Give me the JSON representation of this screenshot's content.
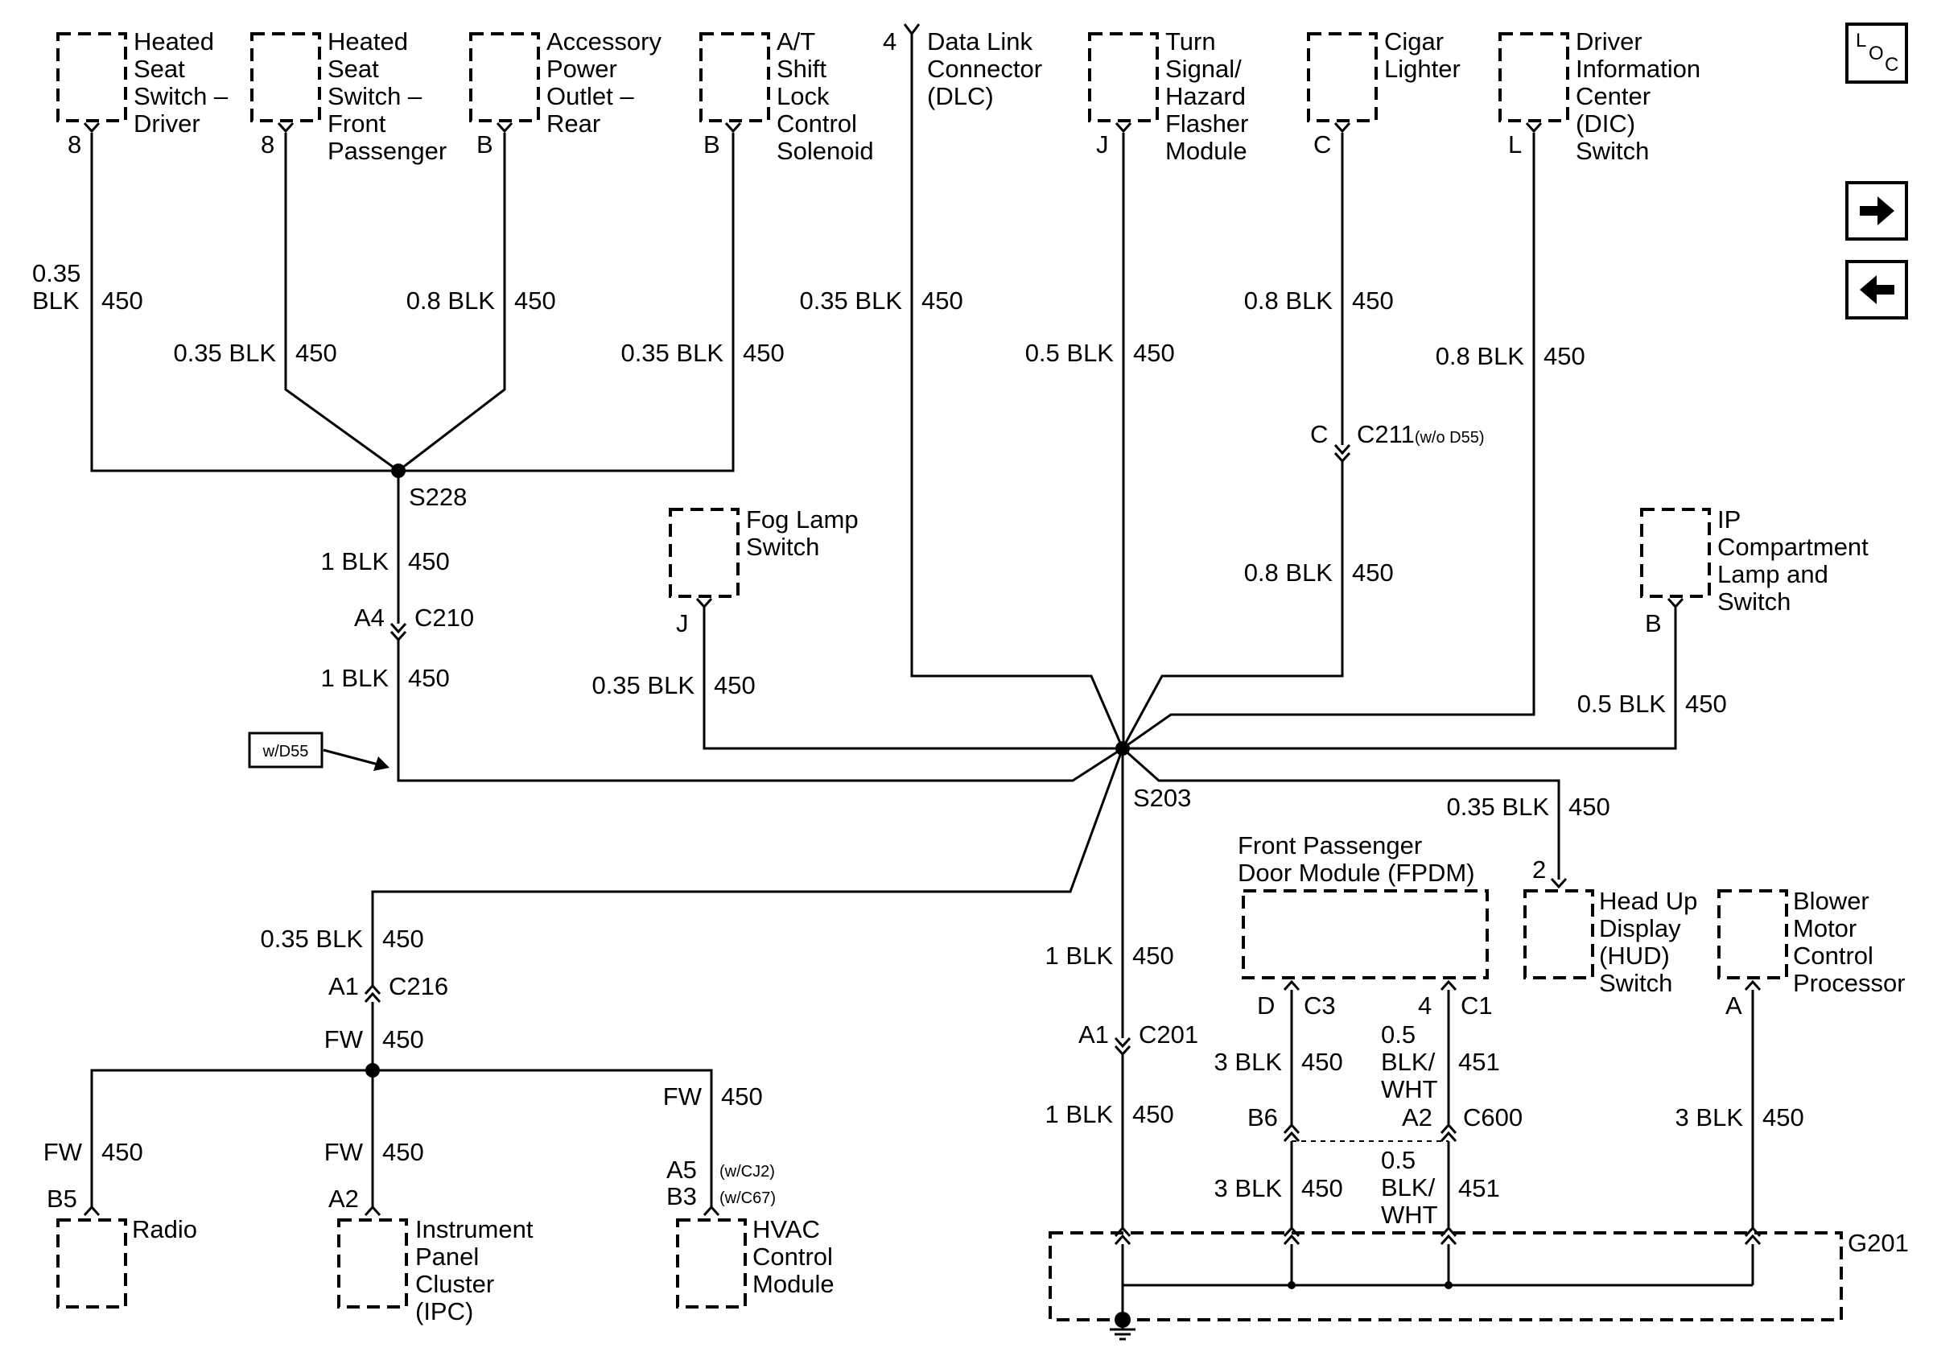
{
  "components": {
    "heated_seat_driver": [
      "Heated",
      "Seat",
      "Switch –",
      "Driver"
    ],
    "heated_seat_front_passenger": [
      "Heated",
      "Seat",
      "Switch –",
      "Front",
      "Passenger"
    ],
    "accessory_power_outlet_rear": [
      "Accessory",
      "Power",
      "Outlet –",
      "Rear"
    ],
    "at_shift_lock_solenoid": [
      "A/T",
      "Shift",
      "Lock",
      "Control",
      "Solenoid"
    ],
    "dlc": [
      "Data Link",
      "Connector",
      "(DLC)"
    ],
    "turn_hazard_flasher": [
      "Turn",
      "Signal/",
      "Hazard",
      "Flasher",
      "Module"
    ],
    "cigar_lighter": [
      "Cigar",
      "Lighter"
    ],
    "dic_switch": [
      "Driver",
      "Information",
      "Center",
      "(DIC)",
      "Switch"
    ],
    "fog_lamp_switch": [
      "Fog Lamp",
      "Switch"
    ],
    "ip_compartment_lamp": [
      "IP",
      "Compartment",
      "Lamp and",
      "Switch"
    ],
    "fpdm": [
      "Front Passenger",
      "Door Module (FPDM)"
    ],
    "hud_switch": [
      "Head Up",
      "Display",
      "(HUD)",
      "Switch"
    ],
    "blower_motor_processor": [
      "Blower",
      "Motor",
      "Control",
      "Processor"
    ],
    "radio": [
      "Radio"
    ],
    "ipc": [
      "Instrument",
      "Panel",
      "Cluster",
      "(IPC)"
    ],
    "hvac_module": [
      "HVAC",
      "Control",
      "Module"
    ]
  },
  "pins": {
    "heated_seat_driver": "8",
    "heated_seat_front_passenger": "8",
    "accessory_power_outlet_rear": "B",
    "at_shift_lock_solenoid": "B",
    "dlc": "4",
    "turn_hazard_flasher": "J",
    "cigar_lighter": "C",
    "dic_switch": "L",
    "fog_lamp_switch": "J",
    "ip_compartment_lamp": "B",
    "hud_switch": "2",
    "blower_motor_processor": "A",
    "radio": "B5",
    "ipc": "A2",
    "hvac_a5": "A5",
    "hvac_b3": "B3",
    "c210": "A4",
    "c216": "A1",
    "c201": "A1",
    "c211": "C",
    "fpdm_d": "D",
    "fpdm_4": "4",
    "c600_b6": "B6",
    "c600_a2": "A2"
  },
  "wires": {
    "w_hs_driver_size": "0.35",
    "w_hs_driver_color": "BLK",
    "w_hs_pass": "0.35 BLK",
    "w_acc": "0.8 BLK",
    "w_at": "0.35 BLK",
    "w_dlc": "0.35 BLK",
    "w_turn": "0.5 BLK",
    "w_cigar_top": "0.8 BLK",
    "w_cigar_bottom": "0.8 BLK",
    "w_dic": "0.8 BLK",
    "w_s228_down": "1 BLK",
    "w_c210_down": "1 BLK",
    "w_fog": "0.35 BLK",
    "w_ip": "0.5 BLK",
    "w_hud": "0.35 BLK",
    "w_c216": "0.35 BLK",
    "w_fw_main": "FW",
    "w_fw_radio": "FW",
    "w_fw_ipc": "FW",
    "w_fw_hvac": "FW",
    "w_s203_down": "1 BLK",
    "w_c201_down": "1 BLK",
    "w_fpdm_c3": "3 BLK",
    "w_fpdm_c3_lower": "3 BLK",
    "w_fpdm_c1_size": "0.5",
    "w_fpdm_c1_color1": "BLK/",
    "w_fpdm_c1_color2": "WHT",
    "w_c600_size": "0.5",
    "w_c600_color1": "BLK/",
    "w_c600_color2": "WHT",
    "w_blower": "3 BLK",
    "circuit_450": "450",
    "circuit_451": "451"
  },
  "connectors": {
    "s228": "S228",
    "c210": "C210",
    "s203": "S203",
    "c211": "C211",
    "c211_note": "(w/o D55)",
    "c216": "C216",
    "c201": "C201",
    "c600": "C600",
    "fpdm_c3": "C3",
    "fpdm_c1": "C1",
    "g201": "G201",
    "hvac_note_a5": "(w/CJ2)",
    "hvac_note_b3": "(w/C67)"
  },
  "callouts": {
    "wd55": "w/D55"
  },
  "nav": {
    "loc_l": "L",
    "loc_o": "O",
    "loc_c": "C",
    "next_icon": "arrow-right-icon",
    "prev_icon": "arrow-left-icon"
  }
}
